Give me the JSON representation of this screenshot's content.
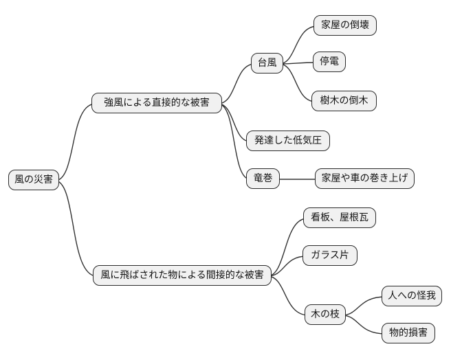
{
  "diagram": {
    "title": "wind-disaster-mindmap",
    "root": {
      "label": "風の災害"
    },
    "direct": {
      "label": "強風による直接的な被害",
      "typhoon": {
        "label": "台風",
        "house_collapse": {
          "label": "家屋の倒壊"
        },
        "power_outage": {
          "label": "停電"
        },
        "fallen_trees": {
          "label": "樹木の倒木"
        }
      },
      "low_pressure": {
        "label": "発達した低気圧"
      },
      "tornado": {
        "label": "竜巻",
        "lifting": {
          "label": "家屋や車の巻き上げ"
        }
      }
    },
    "indirect": {
      "label": "風に飛ばされた物による間接的な被害",
      "signboards": {
        "label": "看板、屋根瓦"
      },
      "glass_shards": {
        "label": "ガラス片"
      },
      "tree_branches": {
        "label": "木の枝",
        "injury": {
          "label": "人への怪我"
        },
        "property_damage": {
          "label": "物的損害"
        }
      }
    }
  },
  "colors": {
    "node_fill": "#f1f1f1",
    "node_border": "#2b2b2b",
    "edge": "#333333",
    "background": "#ffffff"
  }
}
